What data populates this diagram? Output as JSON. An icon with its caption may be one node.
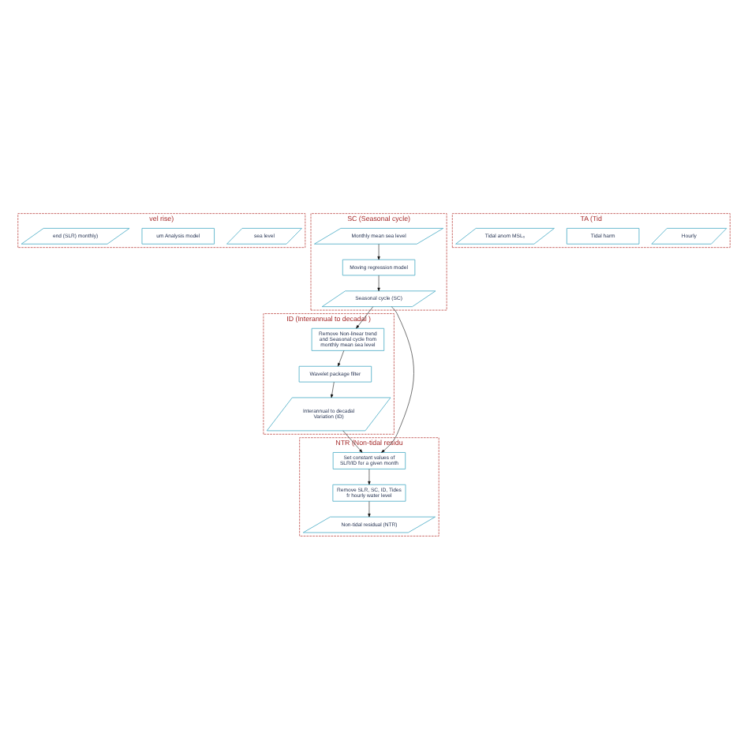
{
  "diagram": {
    "nodes": [
      {
        "text": [
          "vel rise)"
        ]
      },
      {
        "text": [
          "sea level"
        ],
        "in": 0
      },
      {
        "text": [
          "um Analysis model"
        ],
        "in": 0
      },
      {
        "text": [
          "end (SLR) monthly)"
        ],
        "in": 0
      },
      {
        "text": [
          "SC (Seasonal cycle)"
        ]
      },
      {
        "text": [
          "Monthly mean sea level"
        ],
        "in": 4
      },
      {
        "text": [
          "Moving regression model"
        ],
        "in": 4
      },
      {
        "text": [
          "Seasonal cycle (SC)"
        ],
        "in": 4
      },
      {
        "text": [
          "TA (Tid"
        ]
      },
      {
        "text": [
          "Hourly"
        ],
        "in": 8
      },
      {
        "text": [
          "Tidal harm"
        ],
        "in": 8
      },
      {
        "text": [
          "Tidal anom MSL₀"
        ],
        "in": 8
      },
      {
        "text": [
          "ID (Interannual to decadal )"
        ]
      },
      {
        "text": [
          "Remove Non-linear trend and Seasonal cycle from monthly mean sea level"
        ],
        "in": 12
      },
      {
        "text": [
          "Wavelet package filter"
        ],
        "in": 12
      },
      {
        "text": [
          "Interannual to decadal Variation (ID)"
        ],
        "in": 12
      },
      {
        "text": [
          "NTR (Non-tidal residu"
        ]
      },
      {
        "text": [
          "Set constant values of SLR/ID for a given month"
        ],
        "in": 16
      },
      {
        "text": [
          "Remove SLR, SC, ID, Tides fr hourly water level"
        ],
        "in": 16
      },
      {
        "text": [
          "Non-tidal residual (NTR)"
        ],
        "in": 16
      }
    ],
    "edges": [
      {
        "from": 5,
        "to": 6,
        "arrow": "to"
      },
      {
        "from": 6,
        "to": 7,
        "arrow": "to"
      },
      {
        "from": 7,
        "to": 13,
        "arrow": "to"
      },
      {
        "from": 7,
        "to": 17,
        "arrow": "to"
      },
      {
        "from": 13,
        "to": 14,
        "arrow": "to"
      },
      {
        "from": 14,
        "to": 15,
        "arrow": "to"
      },
      {
        "from": 15,
        "to": 17,
        "arrow": "to"
      },
      {
        "from": 17,
        "to": 18,
        "arrow": "to"
      },
      {
        "from": 18,
        "to": 19,
        "arrow": "to"
      }
    ]
  }
}
